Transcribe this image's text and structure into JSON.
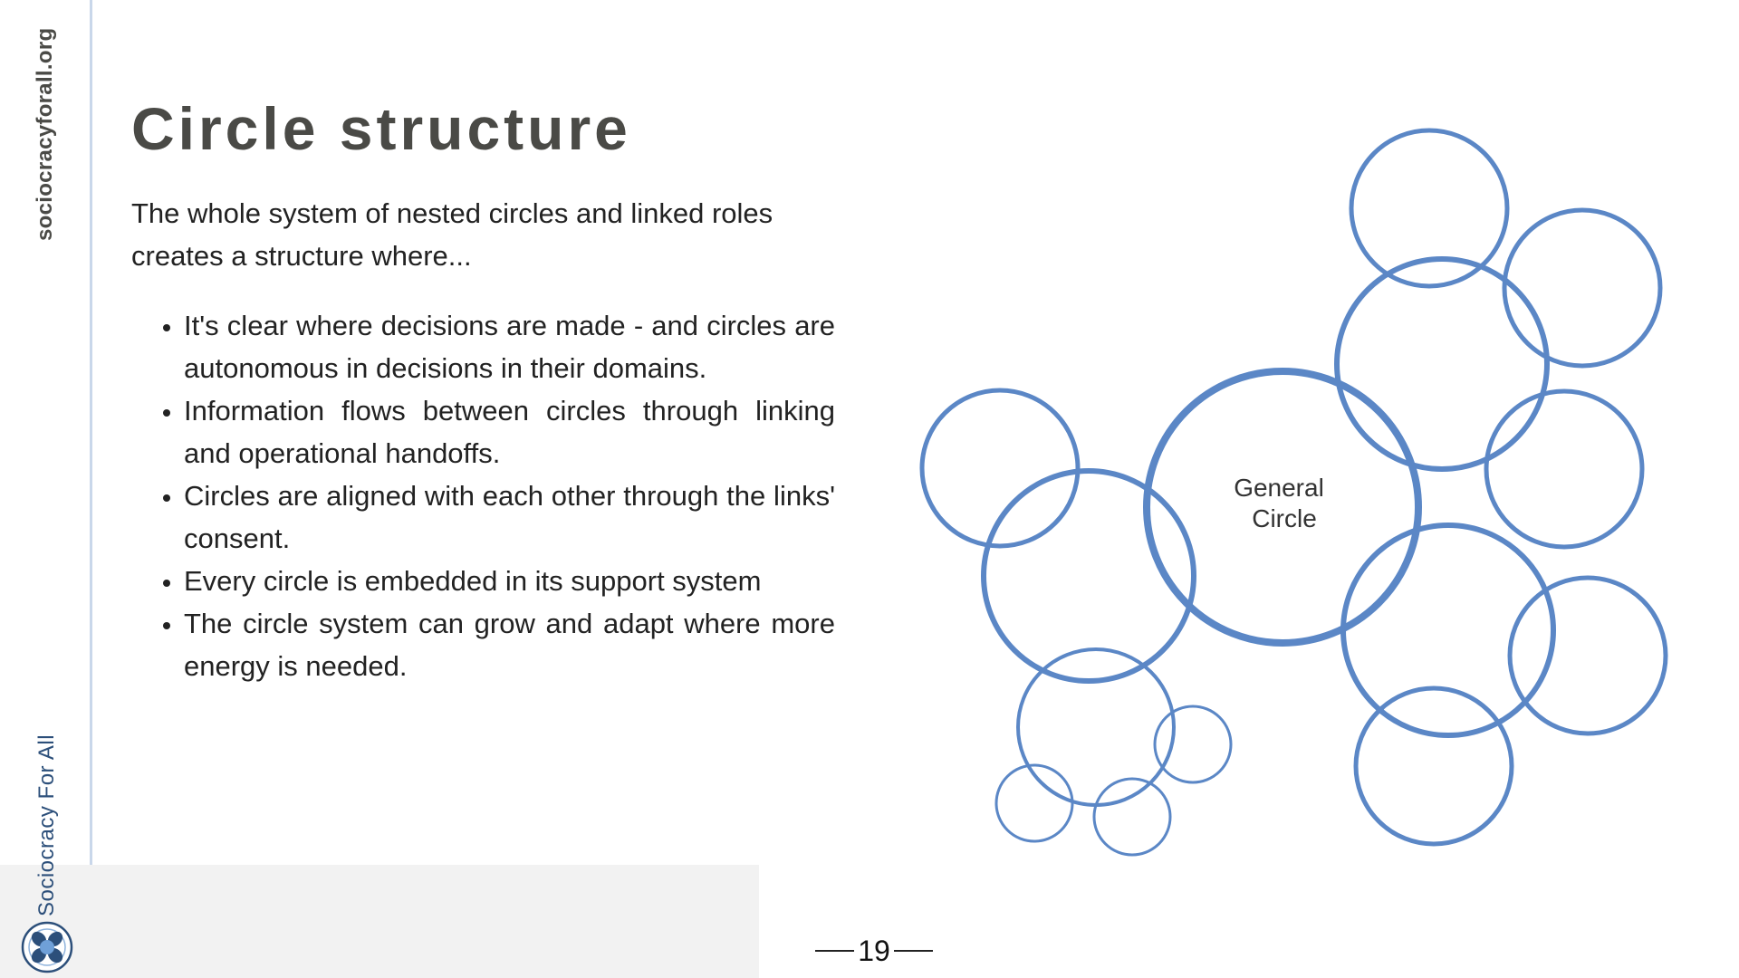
{
  "sidebar": {
    "site_url": "sociocracyforall.org",
    "brand_name": "Sociocracy For All",
    "logo_icon": "sociocracy-for-all-logo-icon"
  },
  "slide": {
    "title": "Circle structure",
    "intro": "The whole system of nested circles and linked roles creates a structure where...",
    "bullets": [
      "It's clear where decisions are made - and circles are autonomous in decisions in their domains.",
      "Information flows between circles through linking and operational handoffs.",
      "Circles are aligned with each other through the links' consent.",
      "Every circle is embedded in its support system",
      "The circle system can grow and adapt where more energy is needed."
    ],
    "page_number": "19"
  },
  "diagram": {
    "center_label_line1": "General",
    "center_label_line2": "Circle",
    "stroke_color": "#5b87c6"
  },
  "colors": {
    "title_text": "#4a4a46",
    "body_text": "#222222",
    "circle_blue": "#5b87c6",
    "brand_blue": "#2c4f7a",
    "band_gray": "#f2f2f2",
    "divider": "#c9d7ea"
  }
}
